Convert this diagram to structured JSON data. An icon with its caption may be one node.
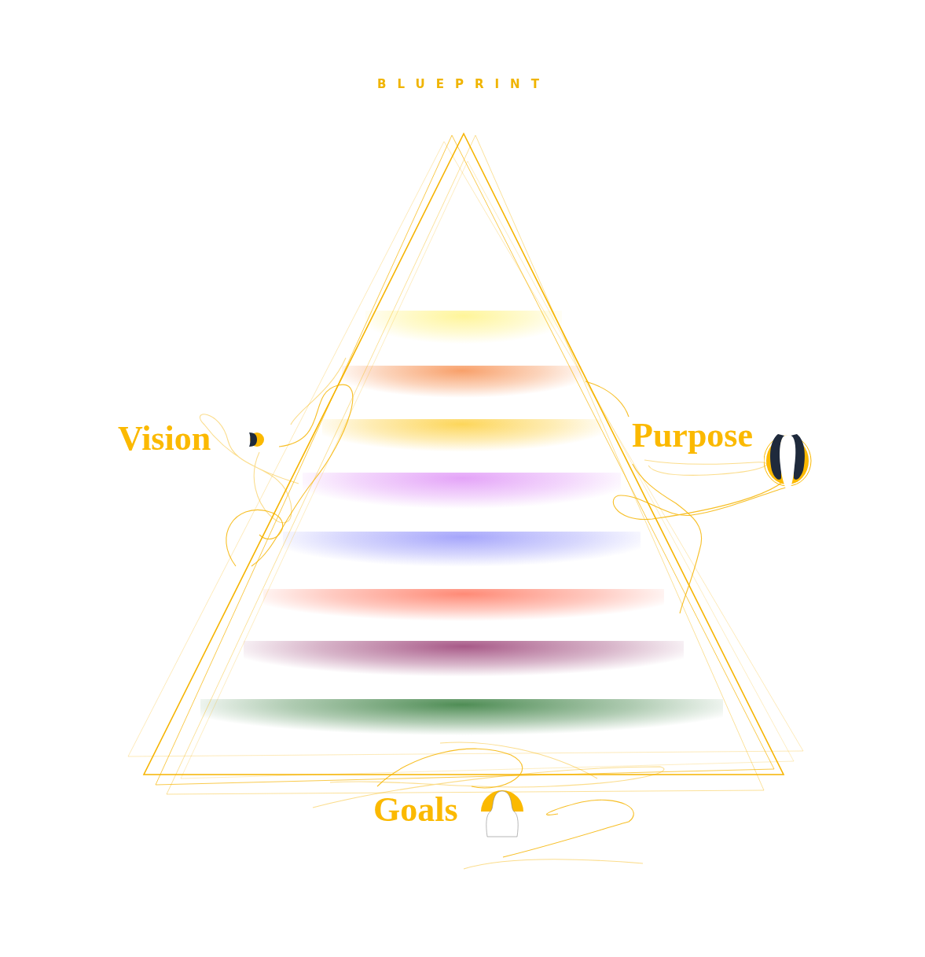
{
  "diagram": {
    "title": "BLUEPRINT",
    "labels": [
      "Vision",
      "Purpose",
      "Goals"
    ]
  }
}
